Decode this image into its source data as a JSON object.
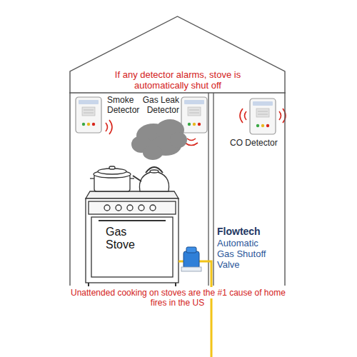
{
  "diagram": {
    "caption": "Unattended cooking on stoves are the #1 cause of home fires in the US",
    "nodes": [
      {
        "text": [
          "If any detector alarms, stove is automatically shut off"
        ]
      },
      {
        "text": [
          "Gas Stove"
        ],
        "in": 0
      }
    ],
    "labels": [
      "Smoke Detector",
      "Gas Leak Detector",
      "CO Detector",
      "Flowtech",
      "Automatic Gas Shutoff Valve"
    ]
  }
}
